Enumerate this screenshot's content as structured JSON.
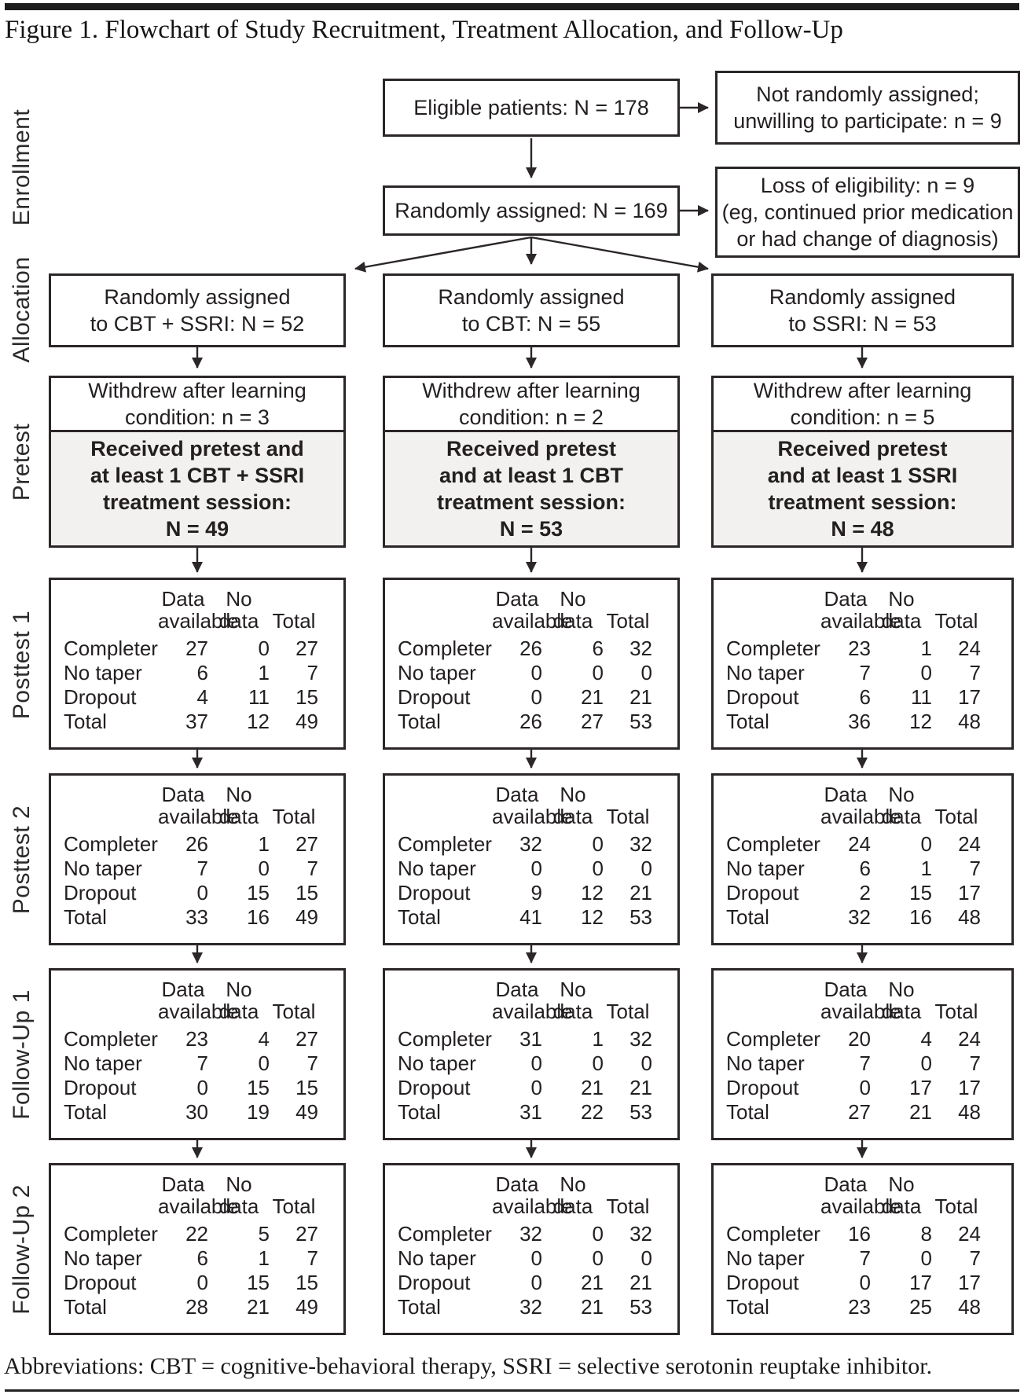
{
  "title": "Figure 1. Flowchart of Study Recruitment, Treatment Allocation, and Follow-Up",
  "stage_labels": [
    "Enrollment",
    "Allocation",
    "Pretest",
    "Posttest 1",
    "Posttest 2",
    "Follow-Up 1",
    "Follow-Up 2"
  ],
  "enrollment": {
    "eligible": "Eligible patients: N = 178",
    "not_assigned": "Not randomly assigned;\nunwilling to participate: n = 9",
    "randomized": "Randomly assigned: N = 169",
    "loss": "Loss of eligibility: n = 9\n(eg, continued prior medication\nor had change of diagnosis)"
  },
  "table_header": {
    "data_available": "Data\navailable",
    "no_data": "No\ndata",
    "total": "Total"
  },
  "row_labels": [
    "Completer",
    "No taper",
    "Dropout",
    "Total"
  ],
  "columns": [
    {
      "allocation": "Randomly assigned\nto CBT + SSRI: N = 52",
      "withdrew": "Withdrew after learning\ncondition: n = 3",
      "received": "Received pretest and\nat least 1 CBT + SSRI\ntreatment session:\nN = 49",
      "tables": [
        [
          [
            27,
            0,
            27
          ],
          [
            6,
            1,
            7
          ],
          [
            4,
            11,
            15
          ],
          [
            37,
            12,
            49
          ]
        ],
        [
          [
            26,
            1,
            27
          ],
          [
            7,
            0,
            7
          ],
          [
            0,
            15,
            15
          ],
          [
            33,
            16,
            49
          ]
        ],
        [
          [
            23,
            4,
            27
          ],
          [
            7,
            0,
            7
          ],
          [
            0,
            15,
            15
          ],
          [
            30,
            19,
            49
          ]
        ],
        [
          [
            22,
            5,
            27
          ],
          [
            6,
            1,
            7
          ],
          [
            0,
            15,
            15
          ],
          [
            28,
            21,
            49
          ]
        ]
      ]
    },
    {
      "allocation": "Randomly assigned\nto CBT: N = 55",
      "withdrew": "Withdrew after learning\ncondition: n = 2",
      "received": "Received pretest\nand at least 1 CBT\ntreatment session:\nN = 53",
      "tables": [
        [
          [
            26,
            6,
            32
          ],
          [
            0,
            0,
            0
          ],
          [
            0,
            21,
            21
          ],
          [
            26,
            27,
            53
          ]
        ],
        [
          [
            32,
            0,
            32
          ],
          [
            0,
            0,
            0
          ],
          [
            9,
            12,
            21
          ],
          [
            41,
            12,
            53
          ]
        ],
        [
          [
            31,
            1,
            32
          ],
          [
            0,
            0,
            0
          ],
          [
            0,
            21,
            21
          ],
          [
            31,
            22,
            53
          ]
        ],
        [
          [
            32,
            0,
            32
          ],
          [
            0,
            0,
            0
          ],
          [
            0,
            21,
            21
          ],
          [
            32,
            21,
            53
          ]
        ]
      ]
    },
    {
      "allocation": "Randomly assigned\nto SSRI: N = 53",
      "withdrew": "Withdrew after learning\ncondition: n = 5",
      "received": "Received pretest\nand at least 1 SSRI\ntreatment session:\nN = 48",
      "tables": [
        [
          [
            23,
            1,
            24
          ],
          [
            7,
            0,
            7
          ],
          [
            6,
            11,
            17
          ],
          [
            36,
            12,
            48
          ]
        ],
        [
          [
            24,
            0,
            24
          ],
          [
            6,
            1,
            7
          ],
          [
            2,
            15,
            17
          ],
          [
            32,
            16,
            48
          ]
        ],
        [
          [
            20,
            4,
            24
          ],
          [
            7,
            0,
            7
          ],
          [
            0,
            17,
            17
          ],
          [
            27,
            21,
            48
          ]
        ],
        [
          [
            16,
            8,
            24
          ],
          [
            7,
            0,
            7
          ],
          [
            0,
            17,
            17
          ],
          [
            23,
            25,
            48
          ]
        ]
      ]
    }
  ],
  "abbreviations": "Abbreviations: CBT = cognitive-behavioral therapy, SSRI = selective serotonin reuptake inhibitor.",
  "colors": {
    "box_border": "#2b2627",
    "shaded_fill": "#f2f1ef",
    "text": "#231f20",
    "rule": "#1c1c1c"
  }
}
